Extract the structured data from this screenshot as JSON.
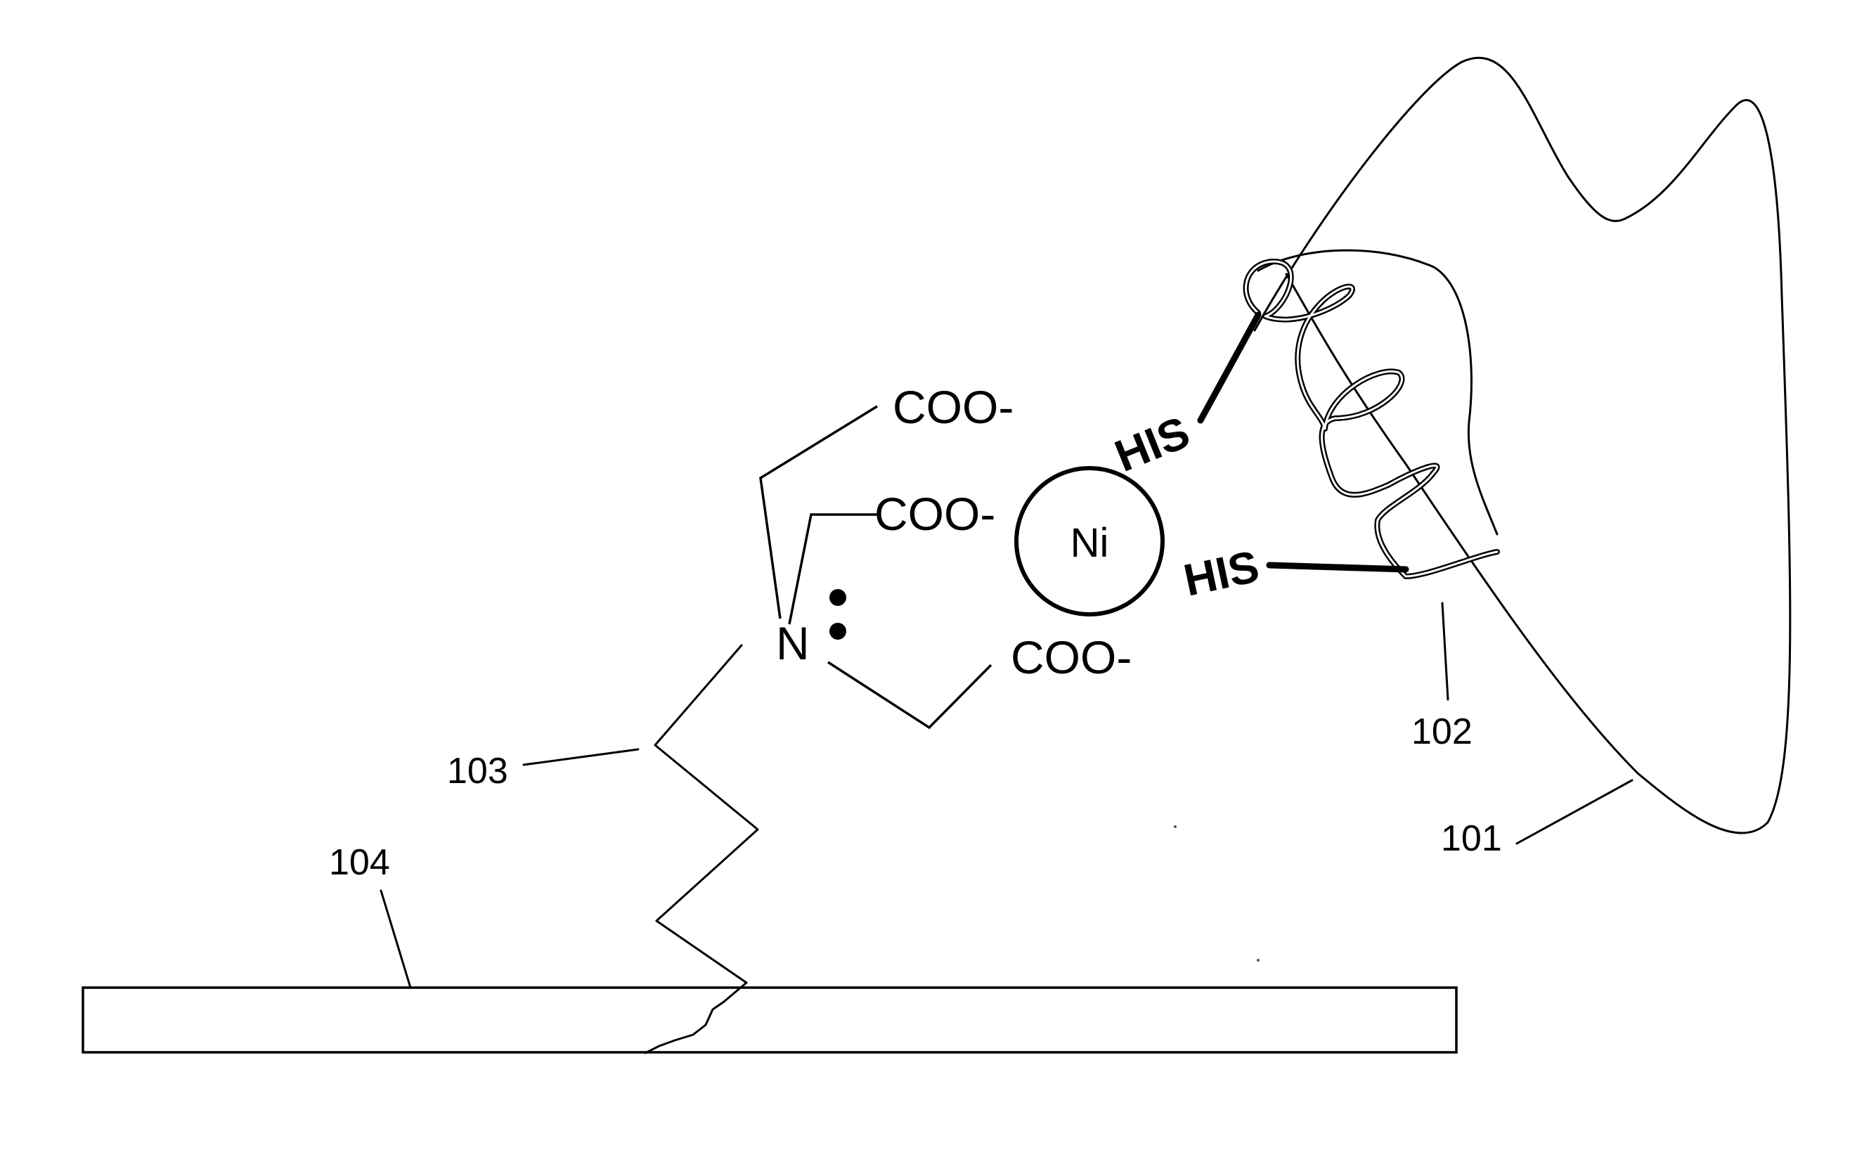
{
  "diagram": {
    "labels": {
      "protein": "101",
      "his_tag": "102",
      "linker": "103",
      "substrate": "104"
    },
    "chemistry": {
      "carboxylate_top": "COO-",
      "carboxylate_mid": "COO-",
      "carboxylate_low": "COO-",
      "nitrogen": "N",
      "nickel": "Ni",
      "histidine_upper": "HIS",
      "histidine_lower": "HIS"
    }
  }
}
